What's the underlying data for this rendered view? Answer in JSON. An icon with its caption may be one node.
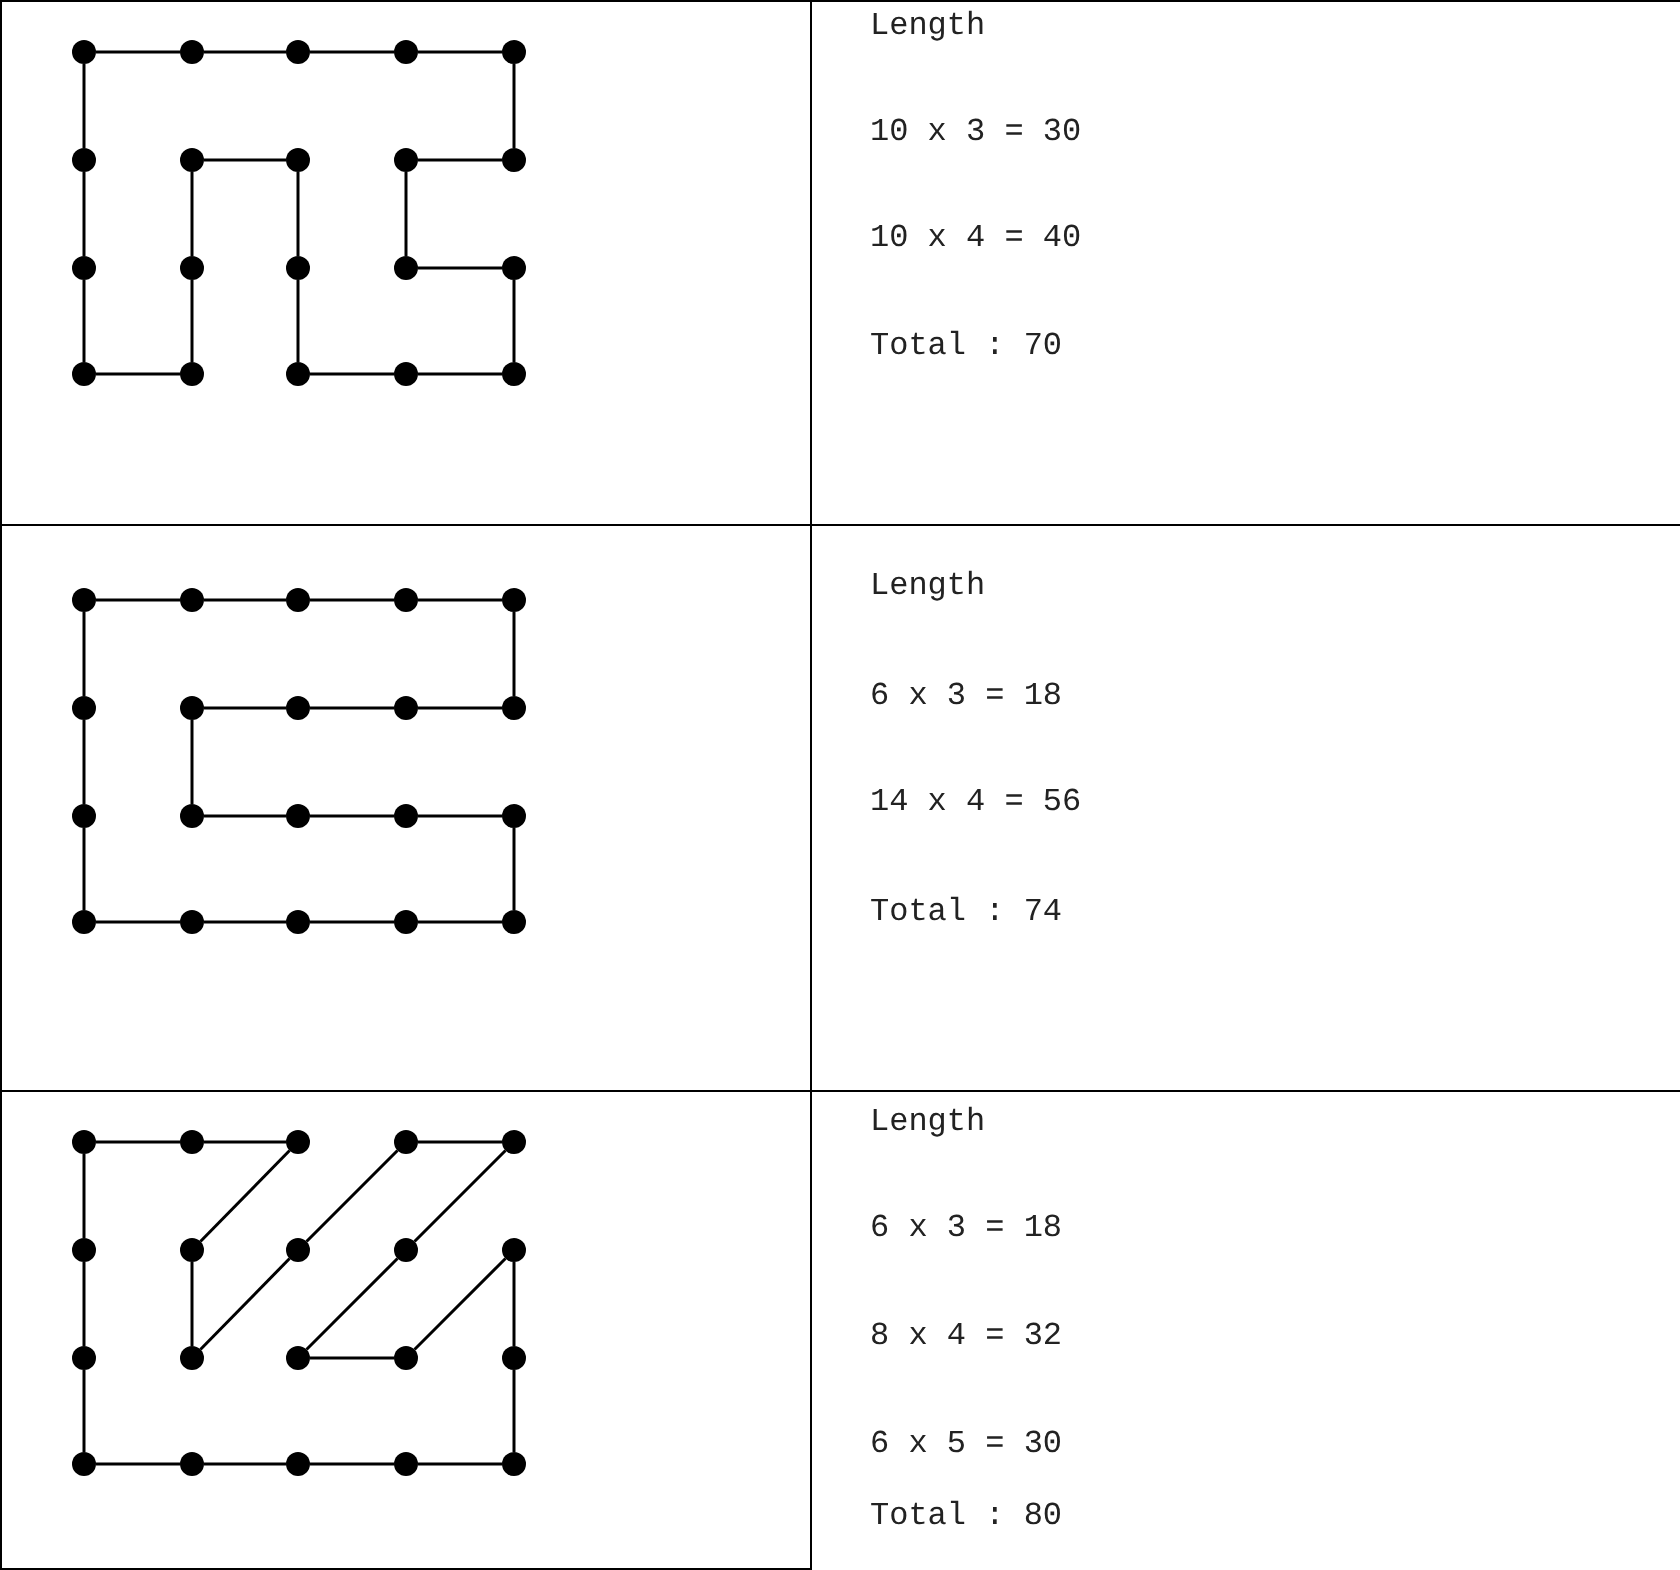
{
  "diagram": {
    "nodes": [
      {
        "text": [],
        "shape": "circle"
      },
      {
        "text": [],
        "shape": "circle"
      },
      {
        "text": [],
        "shape": "circle"
      },
      {
        "text": [],
        "shape": "circle"
      },
      {
        "text": [],
        "shape": "circle"
      },
      {
        "text": [],
        "shape": "circle"
      },
      {
        "text": [],
        "shape": "circle"
      },
      {
        "text": [],
        "shape": "circle"
      },
      {
        "text": [],
        "shape": "circle"
      },
      {
        "text": [],
        "shape": "circle"
      },
      {
        "text": [],
        "shape": "circle"
      },
      {
        "text": [],
        "shape": "circle"
      },
      {
        "text": [],
        "shape": "circle"
      },
      {
        "text": [],
        "shape": "circle"
      },
      {
        "text": [],
        "shape": "circle"
      },
      {
        "text": [],
        "shape": "circle"
      },
      {
        "text": [],
        "shape": "circle"
      },
      {
        "text": [],
        "shape": "circle"
      },
      {
        "text": [],
        "shape": "circle"
      },
      {
        "text": [],
        "shape": "circle"
      },
      {
        "text": [],
        "shape": "circle"
      },
      {
        "text": [],
        "shape": "circle"
      },
      {
        "text": [],
        "shape": "circle"
      },
      {
        "text": [],
        "shape": "circle"
      },
      {
        "text": [],
        "shape": "circle"
      },
      {
        "text": [],
        "shape": "circle"
      },
      {
        "text": [],
        "shape": "circle"
      },
      {
        "text": [],
        "shape": "circle"
      },
      {
        "text": [],
        "shape": "circle"
      },
      {
        "text": [],
        "shape": "circle"
      },
      {
        "text": [],
        "shape": "circle"
      },
      {
        "text": [],
        "shape": "circle"
      },
      {
        "text": [],
        "shape": "circle"
      },
      {
        "text": [],
        "shape": "circle"
      },
      {
        "text": [],
        "shape": "circle"
      },
      {
        "text": [],
        "shape": "circle"
      },
      {
        "text": [],
        "shape": "circle"
      },
      {
        "text": [],
        "shape": "circle"
      },
      {
        "text": [],
        "shape": "circle"
      },
      {
        "text": [],
        "shape": "circle"
      },
      {
        "text": [],
        "shape": "circle"
      },
      {
        "text": [],
        "shape": "circle"
      },
      {
        "text": [],
        "shape": "circle"
      },
      {
        "text": [],
        "shape": "circle"
      },
      {
        "text": [],
        "shape": "circle"
      },
      {
        "text": [],
        "shape": "circle"
      },
      {
        "text": [],
        "shape": "circle"
      },
      {
        "text": [],
        "shape": "circle"
      },
      {
        "text": [],
        "shape": "circle"
      },
      {
        "text": [],
        "shape": "circle"
      },
      {
        "text": [],
        "shape": "circle"
      },
      {
        "text": [],
        "shape": "circle"
      },
      {
        "text": [],
        "shape": "circle"
      },
      {
        "text": [],
        "shape": "circle"
      },
      {
        "text": [],
        "shape": "circle"
      },
      {
        "text": [],
        "shape": "circle"
      },
      {
        "text": [],
        "shape": "circle"
      },
      {
        "text": [],
        "shape": "circle"
      },
      {
        "text": [],
        "shape": "circle"
      },
      {
        "text": [],
        "shape": "circle"
      }
    ],
    "edges": [
      {
        "from": 0,
        "to": 1,
        "arrow": "none"
      },
      {
        "from": 1,
        "to": 2,
        "arrow": "none"
      },
      {
        "from": 2,
        "to": 3,
        "arrow": "none"
      },
      {
        "from": 3,
        "to": 4,
        "arrow": "none"
      },
      {
        "from": 4,
        "to": 9,
        "arrow": "none"
      },
      {
        "from": 9,
        "to": 8,
        "arrow": "none"
      },
      {
        "from": 8,
        "to": 13,
        "arrow": "none"
      },
      {
        "from": 13,
        "to": 14,
        "arrow": "none"
      },
      {
        "from": 14,
        "to": 19,
        "arrow": "none"
      },
      {
        "from": 19,
        "to": 18,
        "arrow": "none"
      },
      {
        "from": 18,
        "to": 17,
        "arrow": "none"
      },
      {
        "from": 17,
        "to": 12,
        "arrow": "none"
      },
      {
        "from": 12,
        "to": 7,
        "arrow": "none"
      },
      {
        "from": 7,
        "to": 6,
        "arrow": "none"
      },
      {
        "from": 6,
        "to": 11,
        "arrow": "none"
      },
      {
        "from": 11,
        "to": 16,
        "arrow": "none"
      },
      {
        "from": 16,
        "to": 15,
        "arrow": "none"
      },
      {
        "from": 15,
        "to": 10,
        "arrow": "none"
      },
      {
        "from": 10,
        "to": 5,
        "arrow": "none"
      },
      {
        "from": 5,
        "to": 0,
        "arrow": "none"
      },
      {
        "from": 20,
        "to": 21,
        "arrow": "none"
      },
      {
        "from": 21,
        "to": 22,
        "arrow": "none"
      },
      {
        "from": 22,
        "to": 23,
        "arrow": "none"
      },
      {
        "from": 23,
        "to": 24,
        "arrow": "none"
      },
      {
        "from": 24,
        "to": 29,
        "arrow": "none"
      },
      {
        "from": 29,
        "to": 28,
        "arrow": "none"
      },
      {
        "from": 28,
        "to": 27,
        "arrow": "none"
      },
      {
        "from": 27,
        "to": 26,
        "arrow": "none"
      },
      {
        "from": 26,
        "to": 31,
        "arrow": "none"
      },
      {
        "from": 31,
        "to": 32,
        "arrow": "none"
      },
      {
        "from": 32,
        "to": 33,
        "arrow": "none"
      },
      {
        "from": 33,
        "to": 34,
        "arrow": "none"
      },
      {
        "from": 34,
        "to": 39,
        "arrow": "none"
      },
      {
        "from": 39,
        "to": 38,
        "arrow": "none"
      },
      {
        "from": 38,
        "to": 37,
        "arrow": "none"
      },
      {
        "from": 37,
        "to": 36,
        "arrow": "none"
      },
      {
        "from": 36,
        "to": 35,
        "arrow": "none"
      },
      {
        "from": 35,
        "to": 30,
        "arrow": "none"
      },
      {
        "from": 30,
        "to": 25,
        "arrow": "none"
      },
      {
        "from": 25,
        "to": 20,
        "arrow": "none"
      },
      {
        "from": 40,
        "to": 41,
        "arrow": "none"
      },
      {
        "from": 41,
        "to": 42,
        "arrow": "none"
      },
      {
        "from": 42,
        "to": 46,
        "arrow": "none"
      },
      {
        "from": 46,
        "to": 51,
        "arrow": "none"
      },
      {
        "from": 51,
        "to": 47,
        "arrow": "none"
      },
      {
        "from": 47,
        "to": 43,
        "arrow": "none"
      },
      {
        "from": 43,
        "to": 44,
        "arrow": "none"
      },
      {
        "from": 44,
        "to": 48,
        "arrow": "none"
      },
      {
        "from": 48,
        "to": 52,
        "arrow": "none"
      },
      {
        "from": 52,
        "to": 53,
        "arrow": "none"
      },
      {
        "from": 53,
        "to": 49,
        "arrow": "none"
      },
      {
        "from": 49,
        "to": 54,
        "arrow": "none"
      },
      {
        "from": 54,
        "to": 59,
        "arrow": "none"
      },
      {
        "from": 59,
        "to": 58,
        "arrow": "none"
      },
      {
        "from": 58,
        "to": 57,
        "arrow": "none"
      },
      {
        "from": 57,
        "to": 56,
        "arrow": "none"
      },
      {
        "from": 56,
        "to": 55,
        "arrow": "none"
      },
      {
        "from": 55,
        "to": 50,
        "arrow": "none"
      },
      {
        "from": 50,
        "to": 45,
        "arrow": "none"
      },
      {
        "from": 45,
        "to": 40,
        "arrow": "none"
      }
    ],
    "labels": [
      "Length",
      "10 x 3 = 30",
      "10 x 4 = 40",
      "Total : 70",
      "Length",
      "6 x 3 = 18",
      "14 x 4 = 56",
      "Total : 74",
      "Length",
      "6 x 3 = 18",
      "8 x 4 = 32",
      "6 x 5 = 30",
      "Total : 80"
    ]
  }
}
